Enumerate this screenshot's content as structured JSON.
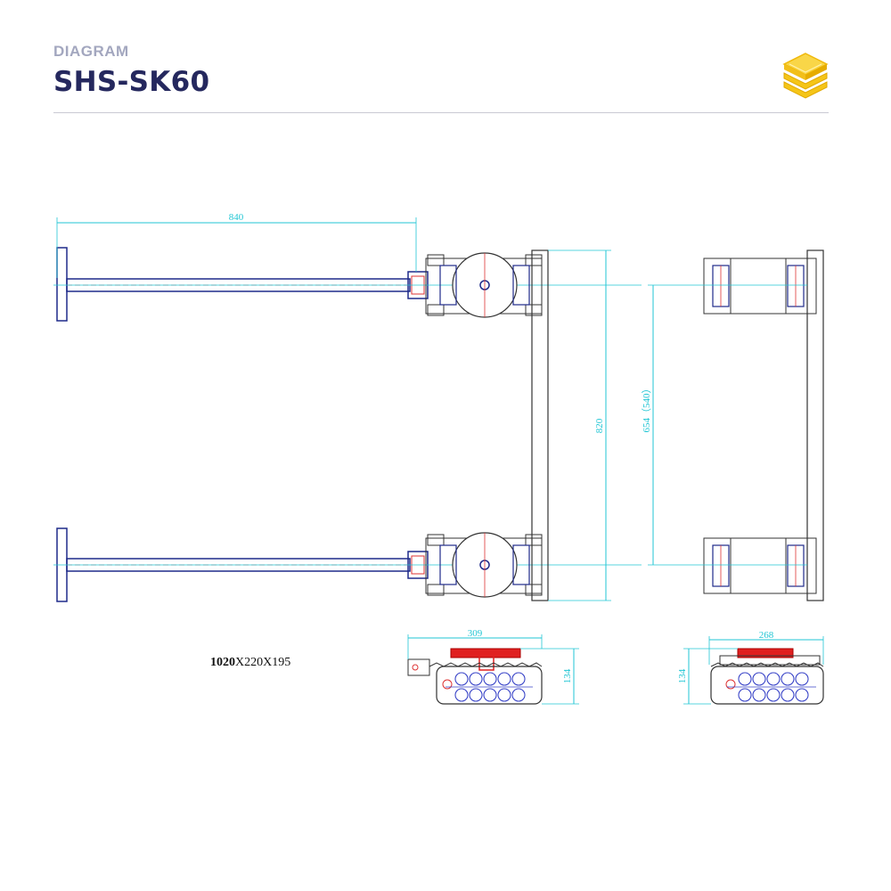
{
  "header": {
    "eyebrow": "DIAGRAM",
    "title": "SHS-SK60"
  },
  "drawing": {
    "dimensions": {
      "handle_length": "840",
      "frame_length": "820",
      "wheelbase": "654（540）",
      "front_width": "309",
      "front_height": "134",
      "side_width": "268",
      "side_height": "134"
    },
    "caption_bold": "1020",
    "caption_rest": "X220X195"
  },
  "colors": {
    "title": "#25285e",
    "eyebrow": "#a3a7bf",
    "dimension_line": "#22c6d4",
    "outline_blue": "#1f2a8a",
    "accent_red": "#e02020",
    "logo_yellow": "#f5c518"
  }
}
